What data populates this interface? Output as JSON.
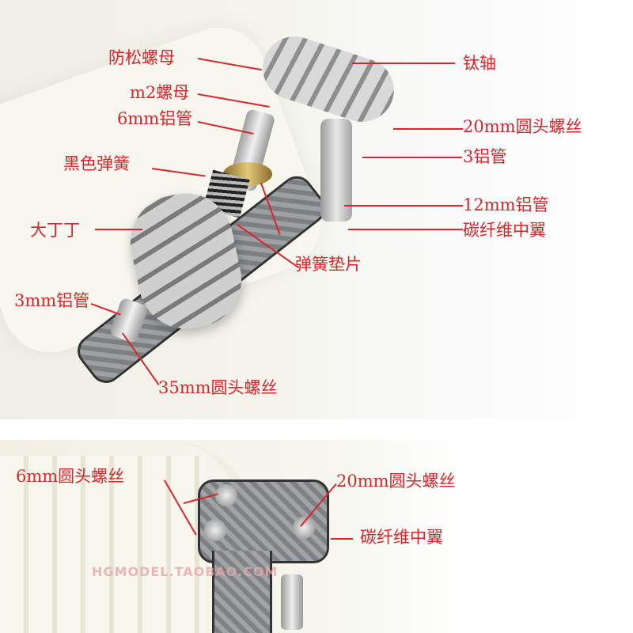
{
  "top_photo": {
    "description": "Assembled shock absorber / landing gear mechanism on carbon fiber middle wing plate",
    "labels": {
      "lock_nut": "防松螺母",
      "m2_nut": "m2螺母",
      "tube_6mm": "6mm铝管",
      "black_spring": "黑色弹簧",
      "big_weight": "大丁丁",
      "tube_3mm": "3mm铝管",
      "titanium_shaft": "钛轴",
      "screw_20mm": "20mm圆头螺丝",
      "tube_3": "3铝管",
      "tube_12mm": "12mm铝管",
      "carbon_mid_wing": "碳纤维中翼",
      "spring_washer": "弹簧垫片",
      "screw_35mm": "35mm圆头螺丝"
    }
  },
  "bottom_photo": {
    "description": "Carbon fiber plate mounted with round head screws",
    "labels": {
      "screw_6mm": "6mm圆头螺丝",
      "screw_20mm": "20mm圆头螺丝",
      "carbon_mid_wing": "碳纤维中翼"
    },
    "watermark": "HGMODEL.TAOBAO.COM"
  },
  "colors": {
    "label_red": "#d8262a",
    "metal": "#c9c9c9",
    "brass": "#b89a4a",
    "carbon": "#8a8d90"
  }
}
